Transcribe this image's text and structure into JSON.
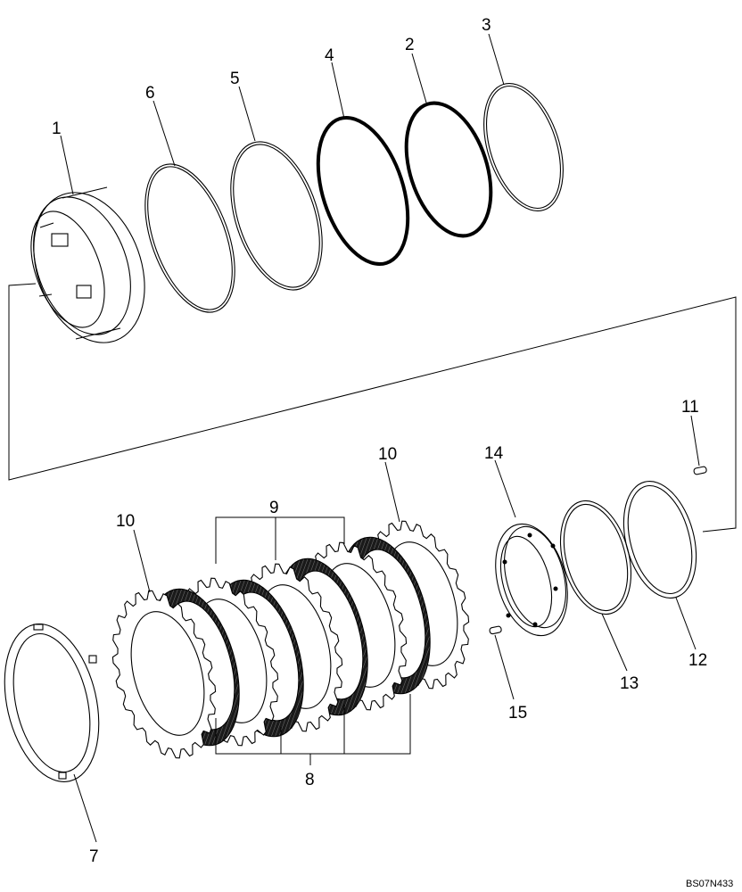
{
  "callouts": [
    "1",
    "2",
    "3",
    "4",
    "5",
    "6",
    "7",
    "8",
    "9",
    "10",
    "10",
    "11",
    "12",
    "13",
    "14",
    "15"
  ],
  "figure_code": "BS07N433",
  "colors": {
    "line": "#000000",
    "friction": "#1a1a1a",
    "background": "#ffffff"
  }
}
